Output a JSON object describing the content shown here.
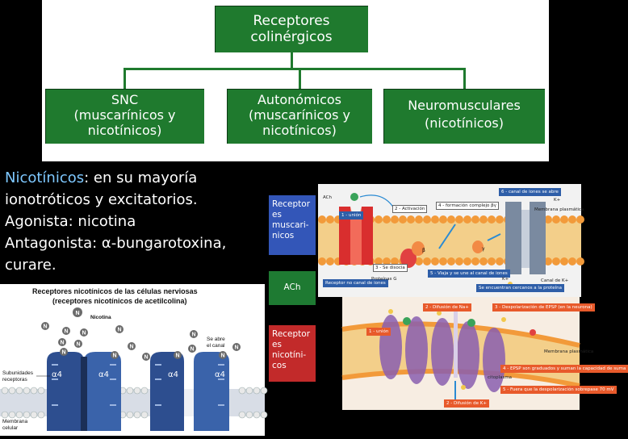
{
  "diagram": {
    "root": [
      "Receptores",
      "colinérgicos"
    ],
    "children": [
      [
        "SNC",
        "(muscarínicos y",
        "nicotínicos)"
      ],
      [
        "Autonómicos",
        "(muscarínicos y",
        "nicotínicos)"
      ],
      [
        "Neuromusculares",
        "(nicotínicos)"
      ]
    ]
  },
  "text": {
    "line1_highlight": "Nicotínicos",
    "line1_rest": ": en su mayoría",
    "line2": "ionotróticos y excitatorios.",
    "line3": "Agonista: nicotina",
    "line4": "Antagonista: α-bungarotoxina,",
    "line5": "curare."
  },
  "fig_left": {
    "title1": "Receptores nicotínicos de las células nerviosas",
    "title2": "(receptores nicotínicos de acetilcolina)",
    "nicotina_label": "Nicotina",
    "canal_label1": "Se abre",
    "canal_label2": "el canal",
    "subunidades1": "Subunidades",
    "subunidades2": "receptoras",
    "membrana1": "Membrana",
    "membrana2": "celular",
    "alpha": "α4",
    "molecule": "N"
  },
  "side": {
    "receptor_muscarinico": [
      "Receptor",
      "es",
      "muscari-",
      "nicos"
    ],
    "ach": "ACh",
    "receptor_nicotinico": [
      "Receptor",
      "es",
      "nicotíni-",
      "cos"
    ]
  },
  "fig_musc": {
    "l_union": "1 - unión",
    "l_activacion": "2 - Activación",
    "l_formacion": "4 - formación complejo βγ",
    "l_canal": "6 - canal de iones se abre",
    "l_membrana": "Membrana plasmática",
    "l_disocia": "3 - Se disocia",
    "l_viaja": "5 - Viaja y se une al canal de iones",
    "l_nocanal": "Receptor no canal de iones",
    "l_proteina": "Proteínas G",
    "l_kplus": "K+",
    "l_canalk": "Canal de K+",
    "l_encuentran": "Se encuentran cercanos a la proteína",
    "l_ach": "ACh",
    "l_beta": "β",
    "l_gamma": "γ"
  },
  "fig_nic": {
    "l_union": "1 - unión",
    "l_difusion": "2 - Difusión de Na+",
    "l_despol": "3 - Despolarización de EPSP (en la neurona)",
    "l_membrana": "Membrana plasmática",
    "l_epsp": "4 - EPSP son graduados y suman la capacidad de suma",
    "l_citoplasma": "citoplasma",
    "l_fuera": "5 - Fuera que la despolarización sobrepase 70 mV",
    "l_difusionk": "2 - Difusión de K+"
  }
}
